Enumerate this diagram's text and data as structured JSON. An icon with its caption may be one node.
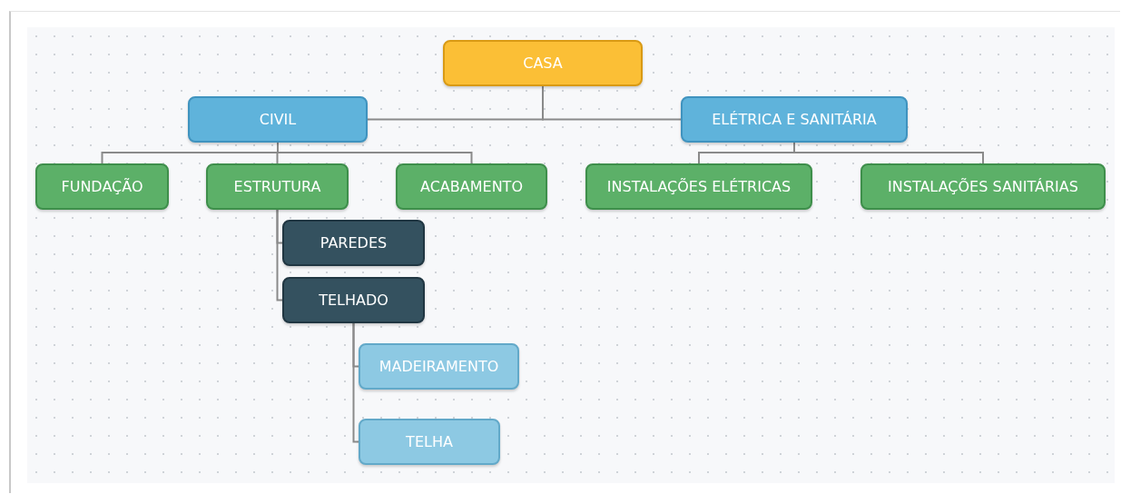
{
  "diagram": {
    "nodes": [
      {
        "text": [
          "CASA"
        ]
      },
      {
        "text": [
          "CIVIL"
        ]
      },
      {
        "text": [
          "ELÉTRICA E SANITÁRIA"
        ]
      },
      {
        "text": [
          "FUNDAÇÃO"
        ]
      },
      {
        "text": [
          "ESTRUTURA"
        ]
      },
      {
        "text": [
          "ACABAMENTO"
        ]
      },
      {
        "text": [
          "INSTALAÇÕES ELÉTRICAS"
        ]
      },
      {
        "text": [
          "INSTALAÇÕES SANITÁRIAS"
        ]
      },
      {
        "text": [
          "PAREDES"
        ]
      },
      {
        "text": [
          "TELHADO"
        ]
      },
      {
        "text": [
          "MADEIRAMENTO"
        ]
      },
      {
        "text": [
          "TELHA"
        ]
      }
    ],
    "edges": [
      {
        "from": 0,
        "to": 1,
        "arrow": "none"
      },
      {
        "from": 0,
        "to": 2,
        "arrow": "none"
      },
      {
        "from": 1,
        "to": 3,
        "arrow": "none"
      },
      {
        "from": 1,
        "to": 4,
        "arrow": "none"
      },
      {
        "from": 1,
        "to": 5,
        "arrow": "none"
      },
      {
        "from": 2,
        "to": 6,
        "arrow": "none"
      },
      {
        "from": 2,
        "to": 7,
        "arrow": "none"
      },
      {
        "from": 4,
        "to": 8,
        "arrow": "none"
      },
      {
        "from": 4,
        "to": 9,
        "arrow": "none"
      },
      {
        "from": 9,
        "to": 10,
        "arrow": "none"
      },
      {
        "from": 9,
        "to": 11,
        "arrow": "none"
      }
    ]
  }
}
